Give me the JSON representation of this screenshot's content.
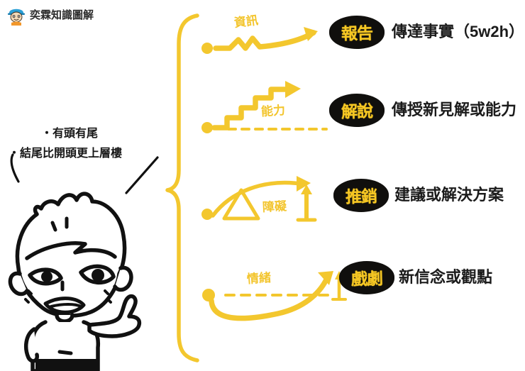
{
  "brand": {
    "label": "奕霖知識圖解",
    "avatar_icon": "avatar-icon"
  },
  "colors": {
    "yellow": "#F3C72E",
    "yellow_light": "#F7D45A",
    "badge_bg": "#100F0D",
    "badge_text": "#F6C723",
    "ink": "#161616",
    "background": "#FFFFFF"
  },
  "speech_bubble": {
    "bullet": "・",
    "lines": [
      "・有頭有尾",
      "・結尾比開頭更上層樓"
    ]
  },
  "character": {
    "name": "cartoon-boy-thumbs-up",
    "description": "hand-drawn boy with spiky hair giving a thumbs up"
  },
  "brace": {
    "name": "curly-brace",
    "orientation": "left-pointing"
  },
  "rows": [
    {
      "badge": "報告",
      "description": "傳達事實（5w2h）",
      "arrow_label": "資訊",
      "arrow_type": "zigzag-rising-arrow",
      "has_dashed_baseline": false,
      "has_vertical_measure": false
    },
    {
      "badge": "解說",
      "description": "傳授新見解或能力",
      "arrow_label": "能力",
      "arrow_type": "staircase-rising-arrow",
      "has_dashed_baseline": true,
      "has_vertical_measure": false
    },
    {
      "badge": "推銷",
      "description": "建議或解決方案",
      "arrow_label": "障礙",
      "arrow_type": "arc-over-obstacle-arrow",
      "has_dashed_baseline": false,
      "has_vertical_measure": true
    },
    {
      "badge": "戲劇",
      "description": "新信念或觀點",
      "arrow_label": "情緒",
      "arrow_type": "dip-then-rise-arrow",
      "has_dashed_baseline": true,
      "has_vertical_measure": true
    }
  ]
}
